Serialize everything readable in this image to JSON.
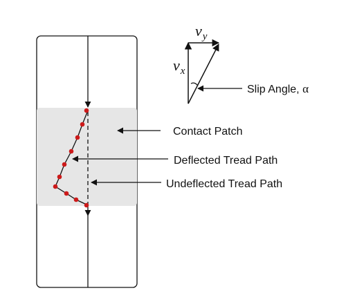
{
  "labels": {
    "slip_angle": "Slip Angle, ",
    "slip_angle_symbol": "α",
    "contact_patch": "Contact Patch",
    "deflected": "Deflected Tread Path",
    "undeflected": "Undeflected Tread Path"
  },
  "vectors": {
    "vy": {
      "base": "v",
      "sub": "y"
    },
    "vx": {
      "base": "v",
      "sub": "x"
    }
  },
  "colors": {
    "line": "#111111",
    "patch": "#e6e6e6",
    "tread_point": "#cc1a1a"
  }
}
